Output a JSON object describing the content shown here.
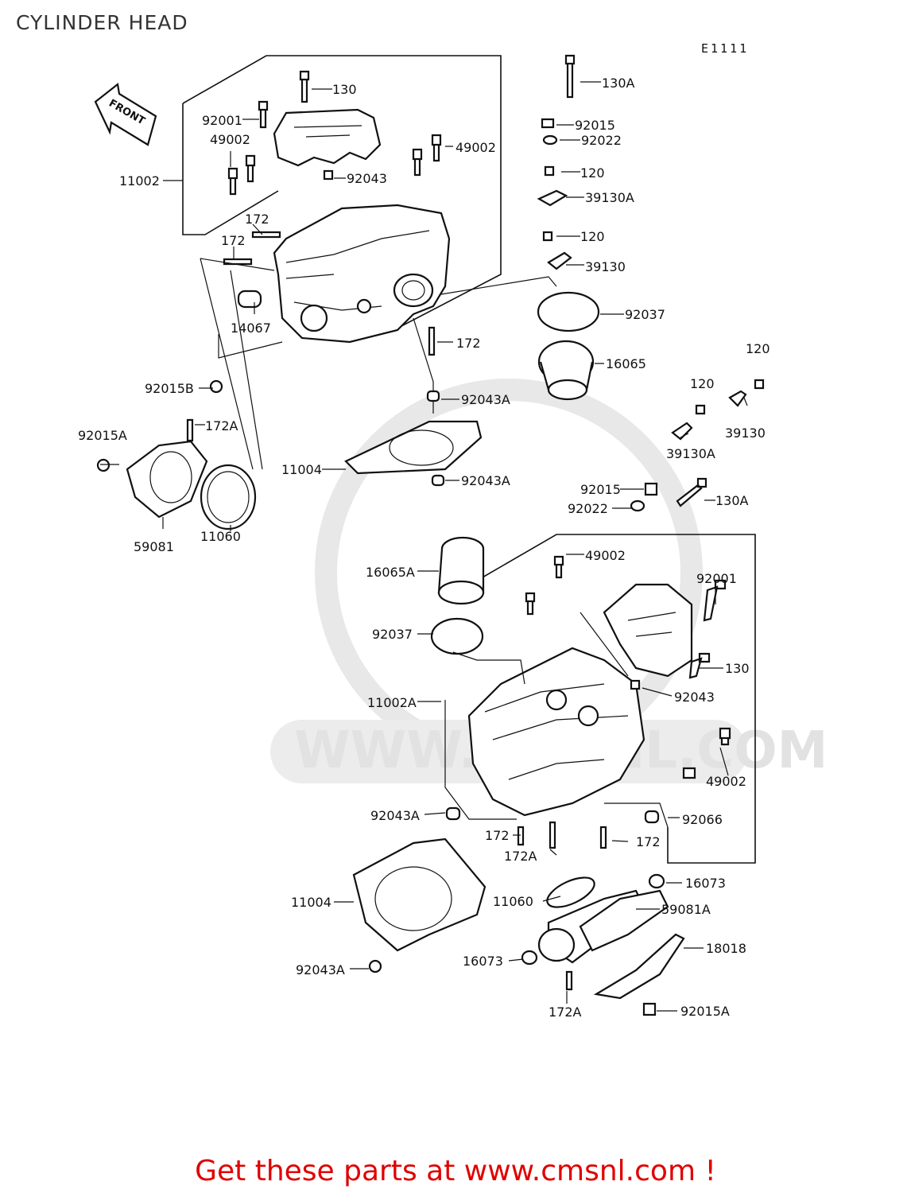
{
  "title": "CYLINDER HEAD",
  "diagram_code": "E1111",
  "front_arrow": "FRONT",
  "watermark": "WWW.CMSNL.COM",
  "colors": {
    "cta": "#e00000",
    "line": "#111111",
    "watermark": "#e2e2e2"
  },
  "labels": {
    "p130_top": "130",
    "p130A_top": "130A",
    "p92001_top": "92001",
    "p92015_top": "92015",
    "p49002_top_left": "49002",
    "p92022_top": "92022",
    "p49002_top_right": "49002",
    "p120_top1": "120",
    "p92043_top": "92043",
    "p11002": "11002",
    "p39130A_top": "39130A",
    "p172_top1": "172",
    "p120_top2": "120",
    "p172_top2": "172",
    "p39130_top": "39130",
    "p92037_top": "92037",
    "p14067": "14067",
    "p172_mid": "172",
    "p16065": "16065",
    "p120_right1": "120",
    "p120_right2": "120",
    "p92015B": "92015B",
    "p92043A_1": "92043A",
    "p39130_right": "39130",
    "p172A_left": "172A",
    "p39130A_right": "39130A",
    "p92015A_left": "92015A",
    "p11004_top": "11004",
    "p92043A_2": "92043A",
    "p92015_mid": "92015",
    "p130A_mid": "130A",
    "p92022_mid": "92022",
    "p59081": "59081",
    "p11060_left": "11060",
    "p49002_mid1": "49002",
    "p16065A": "16065A",
    "p92001_mid": "92001",
    "p92037_mid": "92037",
    "p130_mid": "130",
    "p92043_mid": "92043",
    "p11002A": "11002A",
    "p49002_mid2": "49002",
    "p92043A_3": "92043A",
    "p92066": "92066",
    "p172_low1": "172",
    "p172_low2": "172",
    "p172A_low": "172A",
    "p16073_right": "16073",
    "p11004_low": "11004",
    "p11060_low": "11060",
    "p59081A": "59081A",
    "p18018": "18018",
    "p16073_left": "16073",
    "p92043A_4": "92043A",
    "p172A_bottom": "172A",
    "p92015A_bottom": "92015A"
  },
  "cta": "Get these parts at www.cmsnl.com !"
}
